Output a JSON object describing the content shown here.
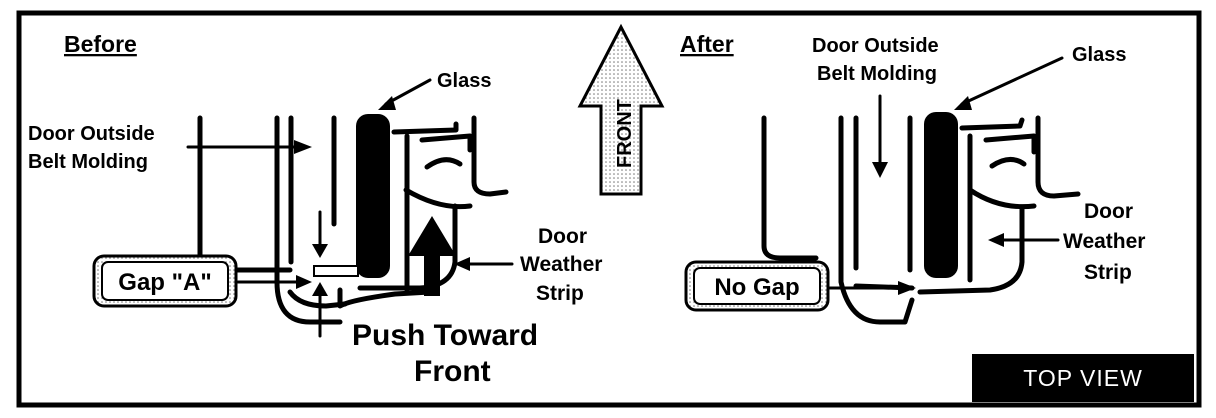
{
  "before": {
    "heading": "Before",
    "glass_label": "Glass",
    "molding_label_1": "Door Outside",
    "molding_label_2": "Belt Molding",
    "gap_label": "Gap \"A\"",
    "weather_strip_1": "Door",
    "weather_strip_2": "Weather",
    "weather_strip_3": "Strip",
    "push_label_1": "Push Toward",
    "push_label_2": "Front"
  },
  "front_arrow_label": "FRONT",
  "after": {
    "heading": "After",
    "molding_label_1": "Door Outside",
    "molding_label_2": "Belt Molding",
    "glass_label": "Glass",
    "gap_label": "No Gap",
    "weather_strip_1": "Door",
    "weather_strip_2": "Weather",
    "weather_strip_3": "Strip"
  },
  "view_label": "TOP VIEW",
  "colors": {
    "ink": "#000000",
    "paper": "#ffffff",
    "box_fill": "#e4e4e4"
  }
}
